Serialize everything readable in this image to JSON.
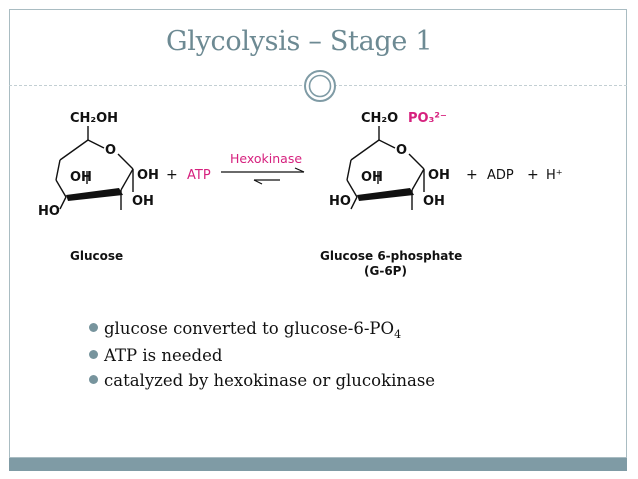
{
  "slide": {
    "title": "Glycolysis – Stage 1",
    "bullets": [
      {
        "text": "glucose converted to glucose-6-PO",
        "sub": "4"
      },
      {
        "text": "ATP is needed",
        "sub": ""
      },
      {
        "text": "catalyzed by hexokinase or glucokinase",
        "sub": ""
      }
    ]
  },
  "reaction": {
    "reactant": {
      "name": "Glucose",
      "ch2oh": "CH₂OH",
      "ring_o": "O",
      "oh_1": "OH",
      "oh_2": "OH",
      "ho": "HO",
      "oh_3": "OH"
    },
    "plus_1": "+",
    "atp": "ATP",
    "enzyme": "Hexokinase",
    "product": {
      "name_line1": "Glucose 6-phosphate",
      "name_line2": "(G-6P)",
      "ch2o": "CH₂O",
      "po3": "PO₃²⁻",
      "ring_o": "O",
      "oh_1": "OH",
      "oh_2": "OH",
      "ho": "HO",
      "oh_3": "OH"
    },
    "plus_2": "+",
    "adp": "ADP",
    "plus_3": "+",
    "h_plus": "H⁺"
  },
  "colors": {
    "title": "#6d8a93",
    "accent_magenta": "#d6217e",
    "frame": "#a9bcc2",
    "band": "#7f9ba5",
    "bullet": "#77949d"
  }
}
